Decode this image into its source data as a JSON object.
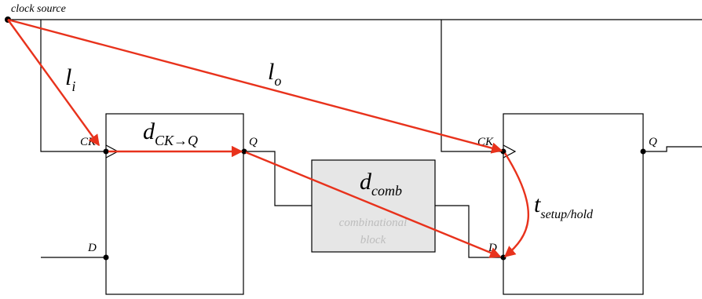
{
  "clock_source_label": "clock source",
  "pins": {
    "ff1_ck": "CK",
    "ff1_q": "Q",
    "ff1_d": "D",
    "ff2_ck": "CK",
    "ff2_q": "Q",
    "ff2_d": "D"
  },
  "delays": {
    "li": {
      "base": "l",
      "sub": "i"
    },
    "lo": {
      "base": "l",
      "sub": "o"
    },
    "d_ck_q": {
      "base": "d",
      "sub": "CK→Q"
    },
    "d_comb": {
      "base": "d",
      "sub": "comb"
    },
    "t_setup_hold": {
      "base": "t",
      "sub": "setup/hold"
    }
  },
  "comb_block": {
    "line1": "combinational",
    "line2": "block"
  },
  "colors": {
    "arrow": "#e8321c",
    "comb_fill": "#e6e6e6",
    "comb_text": "#bdbdbd"
  }
}
